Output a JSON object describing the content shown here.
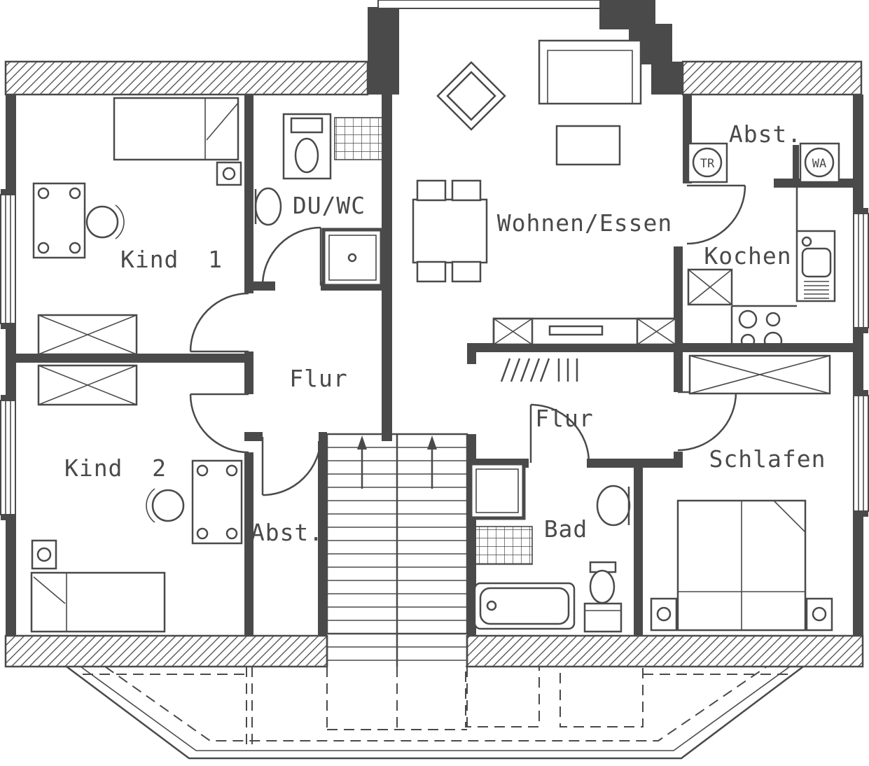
{
  "colors": {
    "ink": "#4a4a4a",
    "background": "#ffffff"
  },
  "rooms": {
    "kind1": "Kind  1",
    "duwc": "DU/WC",
    "flur_left": "Flur",
    "wohnen_essen": "Wohnen/Essen",
    "abst_top": "Abst.",
    "kochen": "Kochen",
    "kind2": "Kind  2",
    "abst_left": "Abst.",
    "flur_right": "Flur",
    "bad": "Bad",
    "schlafen": "Schlafen"
  },
  "appliances": {
    "dryer": "TR",
    "washer": "WA"
  }
}
